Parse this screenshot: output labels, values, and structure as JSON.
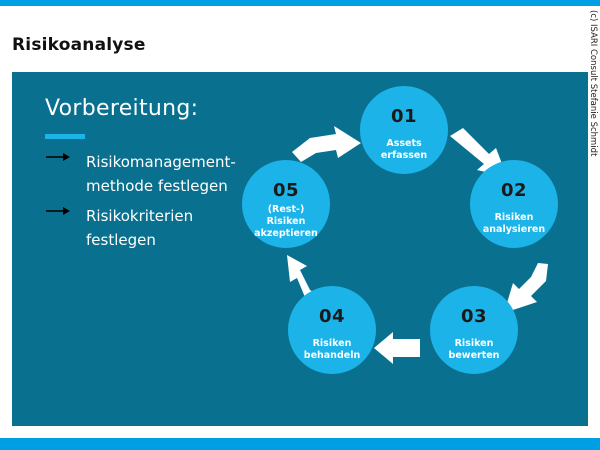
{
  "title": "Risikoanalyse",
  "copyright": "(c) ISARI Consult Stefanie Schmidt",
  "prep": {
    "heading": "Vorbereitung:",
    "items": [
      "Risikomanagement-\nmethode festlegen",
      "Risikokriterien\nfestlegen"
    ]
  },
  "steps": [
    {
      "number": "01",
      "label": "Assets\nerfassen"
    },
    {
      "number": "02",
      "label": "Risiken\nanalysieren"
    },
    {
      "number": "03",
      "label": "Risiken\nbewerten"
    },
    {
      "number": "04",
      "label": "Risiken\nbehandeln"
    },
    {
      "number": "05",
      "label": "(Rest-)\nRisiken\nakzeptieren"
    }
  ],
  "colors": {
    "panel": "#09718f",
    "accent": "#009fe3",
    "circle": "#1cb3e8",
    "arrow": "#ffffff"
  }
}
